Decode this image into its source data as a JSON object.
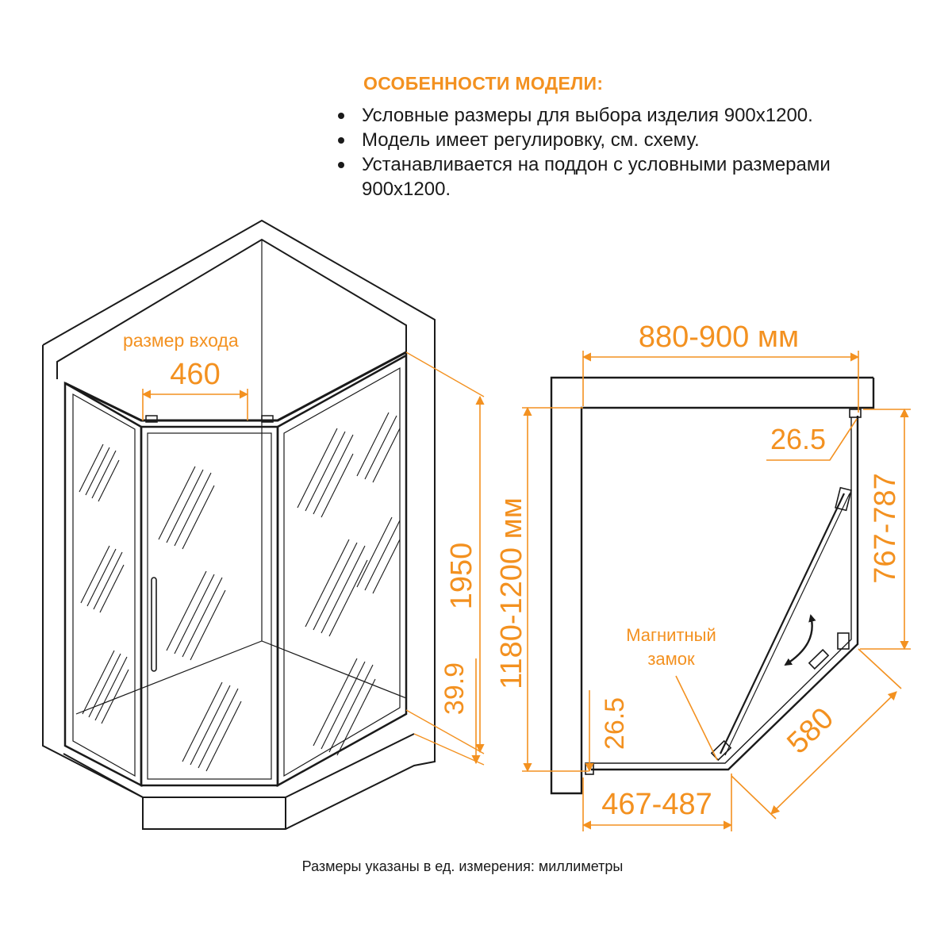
{
  "features": {
    "title": "ОСОБЕННОСТИ МОДЕЛИ:",
    "items": [
      "Условные размеры для выбора изделия 900x1200.",
      "Модель имеет регулировку, см. схему.",
      "Устанавливается на поддон с условными размерами 900x1200."
    ]
  },
  "iso_view": {
    "entry_label": "размер входа",
    "entry_width": "460",
    "height": "1950",
    "tray_height": "39.9"
  },
  "plan_view": {
    "width_range": "880-900 мм",
    "depth_range": "1180-1200 мм",
    "right_side_range": "767-787",
    "top_offset": "26.5",
    "bottom_offset": "26.5",
    "bottom_range": "467-487",
    "diagonal": "580",
    "lock_label_line1": "Магнитный",
    "lock_label_line2": "замок"
  },
  "footer_note": "Размеры указаны в ед. измерения: миллиметры",
  "colors": {
    "accent": "#f39120",
    "line": "#1a1a1a"
  }
}
